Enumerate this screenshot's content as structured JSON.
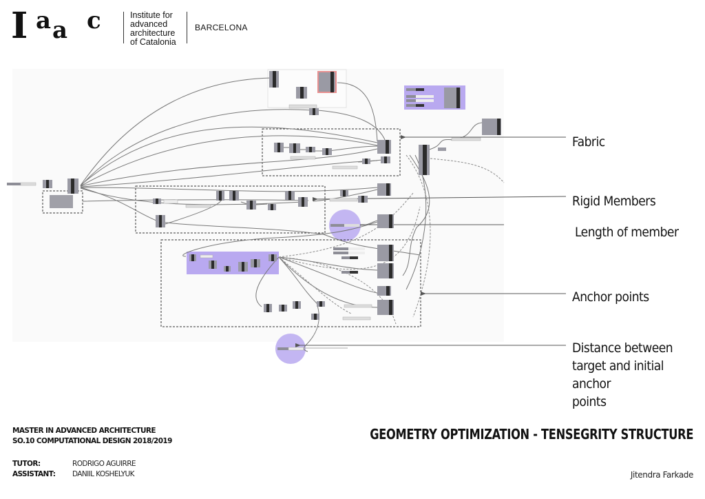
{
  "header": {
    "logo_letters": [
      "I",
      "a",
      "a",
      "c"
    ],
    "institute_lines": [
      "Institute for",
      "advanced",
      "architecture",
      "of Catalonia"
    ],
    "city": "BARCELONA"
  },
  "annotations": [
    {
      "id": "fabric",
      "text": "Fabric"
    },
    {
      "id": "rigid-members",
      "text": "Rigid Members"
    },
    {
      "id": "length-of-member",
      "text": "Length of member"
    },
    {
      "id": "anchor-points",
      "text": "Anchor points"
    },
    {
      "id": "distance",
      "lines": [
        "Distance between",
        "target and initial anchor",
        "points"
      ]
    }
  ],
  "footer": {
    "program": "MASTER IN ADVANCED ARCHITECTURE",
    "course": "SO.10 COMPUTATIONAL DESIGN  2018/2019",
    "tutor_label": "TUTOR:",
    "tutor": "RODRIGO AGUIRRE",
    "assistant_label": "ASSISTANT:",
    "assistant": "DANIIL KOSHELYUK",
    "title": "GEOMETRY OPTIMIZATION - TENSEGRITY STRUCTURE",
    "author": "Jitendra Farkade"
  },
  "colors": {
    "highlight_purple": "#b9a9f0",
    "node_grey": "#8d8d96",
    "node_dark": "#2b2b2b",
    "wire": "#6f6f6f",
    "group_border": "#333333",
    "error_red": "#e89090"
  }
}
